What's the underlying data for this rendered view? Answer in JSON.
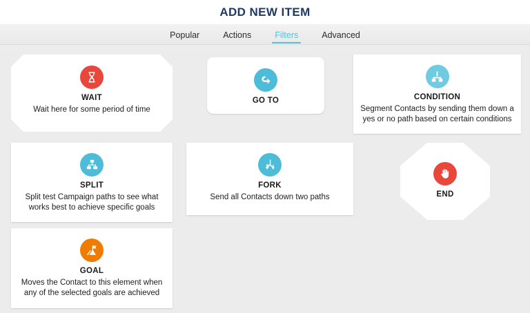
{
  "header": {
    "title": "ADD NEW ITEM"
  },
  "tabs": [
    {
      "label": "Popular",
      "active": false
    },
    {
      "label": "Actions",
      "active": false
    },
    {
      "label": "Filters",
      "active": true
    },
    {
      "label": "Advanced",
      "active": false
    }
  ],
  "colors": {
    "accent_cyan": "#4ec3e0",
    "icon_cyan": "#4cbcd9",
    "icon_red": "#e8473c",
    "icon_orange": "#ef7c00",
    "title_navy": "#1f3864",
    "page_bg": "#ececec",
    "card_bg": "#ffffff"
  },
  "cards": [
    {
      "id": "wait",
      "title": "WAIT",
      "desc": "Wait here for some period of time",
      "icon": "hourglass-icon",
      "icon_color": "#e8473c",
      "shape": "chamfer"
    },
    {
      "id": "goto",
      "title": "GO TO",
      "desc": "",
      "icon": "curved-arrow-icon",
      "icon_color": "#4cbcd9",
      "shape": "round"
    },
    {
      "id": "condition",
      "title": "CONDITION",
      "desc": "Segment Contacts by sending them down a yes or no path based on certain conditions",
      "icon": "branch-node-icon",
      "icon_color": "#6ecbe0",
      "shape": "sharp"
    },
    {
      "id": "split",
      "title": "SPLIT",
      "desc": "Split test Campaign paths to see what works best to achieve specific goals",
      "icon": "sitemap-icon",
      "icon_color": "#4cbcd9",
      "shape": "sharp"
    },
    {
      "id": "fork",
      "title": "FORK",
      "desc": "Send all Contacts down two paths",
      "icon": "fork-arrows-icon",
      "icon_color": "#4cbcd9",
      "shape": "sharp"
    },
    {
      "id": "end",
      "title": "END",
      "desc": "",
      "icon": "stop-hand-icon",
      "icon_color": "#e8473c",
      "shape": "octagon"
    },
    {
      "id": "goal",
      "title": "GOAL",
      "desc": "Moves the Contact to this element when any of the selected goals are achieved",
      "icon": "flag-mountain-icon",
      "icon_color": "#ef7c00",
      "shape": "sharp"
    }
  ]
}
